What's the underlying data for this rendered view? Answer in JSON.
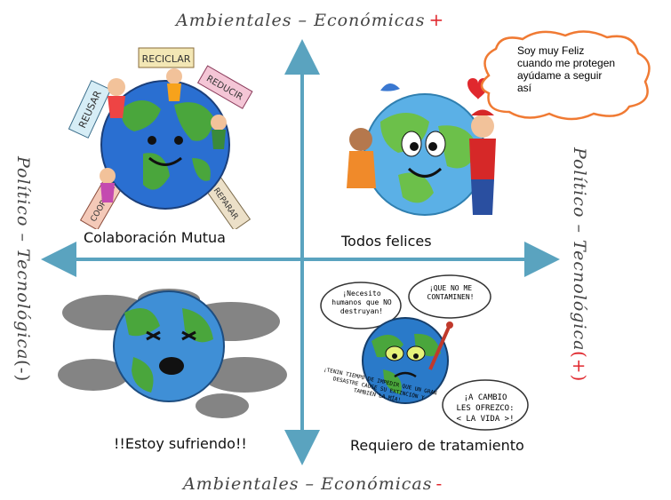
{
  "axes": {
    "top": {
      "label": "Ambientales – Económicas",
      "sign": "+"
    },
    "bottom": {
      "label": "Ambientales – Económicas",
      "sign": "-"
    },
    "left": {
      "label": "Político – Tecnológica",
      "sign": "(-)"
    },
    "right": {
      "label": "Político – Tecnológica",
      "sign": "(+)"
    }
  },
  "quadrants": {
    "top_left": {
      "label": "Colaboración Mutua"
    },
    "top_right": {
      "label": "Todos felices"
    },
    "bottom_left": {
      "label": "!!Estoy sufriendo!!"
    },
    "bottom_right": {
      "label": "Requiero de tratamiento"
    }
  },
  "signs": {
    "reciclar": "RECICLAR",
    "reducir": "REDUCIR",
    "reusar": "REUSAR",
    "reparar": "REPARAR",
    "cooperar": "COOPERAR"
  },
  "speech_bubble": {
    "line1": "Soy muy Feliz",
    "line2": "cuando me protegen",
    "line3": "ayúdame a seguir",
    "line4": "así"
  },
  "comic_bubbles": {
    "necesito_1": "¡Necesito",
    "necesito_2": "humanos que NO",
    "necesito_3": "destruyan!",
    "contaminen_1": "¡QUE NO ME",
    "contaminen_2": "CONTAMINEN!",
    "tiempo_1": "¡TENIN TIEMPO DE IMPEDIR QUE UN GRAN",
    "tiempo_2": "DESASTRE CAUSE SU EXTINCIÓN Y",
    "tiempo_3": "TAMBIÉN LA MÍA!",
    "cambio_1": "¡A CAMBIO",
    "cambio_2": "LES OFREZCO:",
    "cambio_3": "< LA VIDA >!"
  },
  "colors": {
    "axis": "#5aa3bf",
    "accent": "#e0282e",
    "ocean": "#2a6fd1",
    "land": "#4aa63c"
  }
}
